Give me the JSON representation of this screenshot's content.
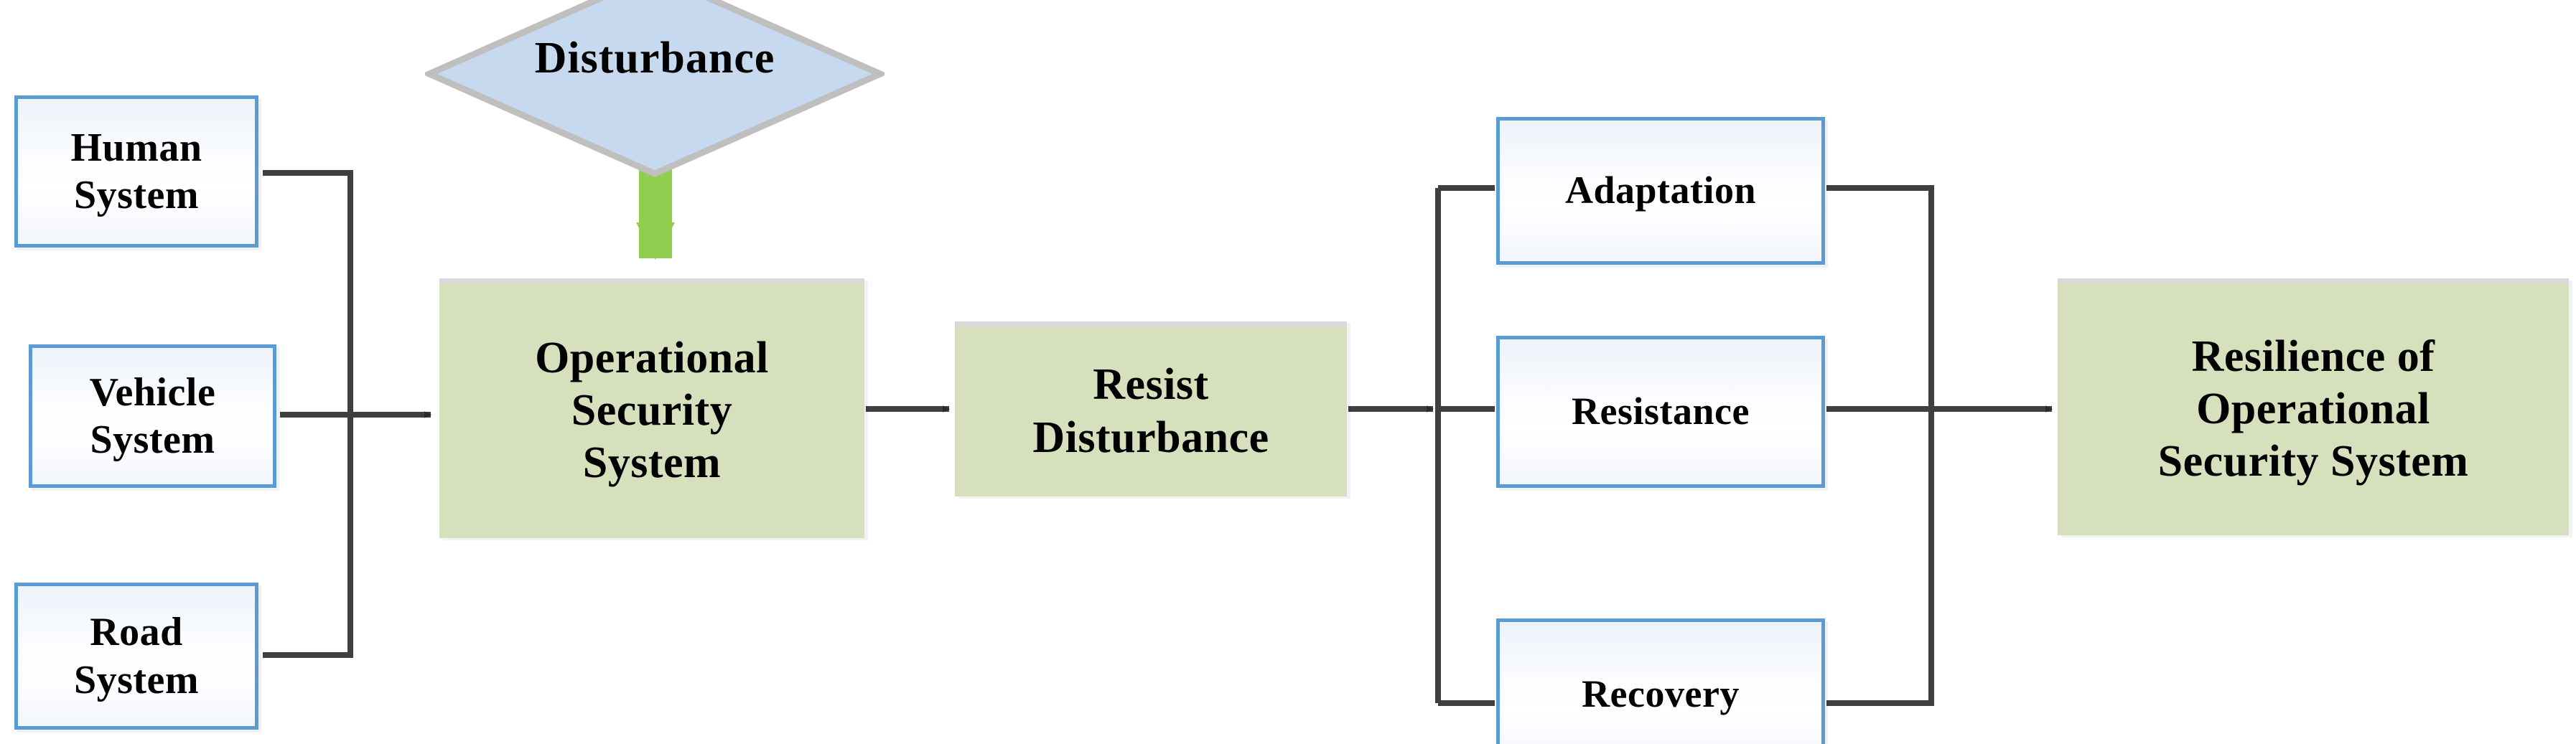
{
  "diagram": {
    "title": "Resilience of Operational Security System framework",
    "colors": {
      "blue_border": "#5b9bd5",
      "blue_fill": "#f4f8fd",
      "green_fill": "#d6e0bd",
      "green_top_edge": "#d9d9d9",
      "diamond_fill": "#c6d9ee",
      "diamond_border": "#bfbfbf",
      "arrow_green": "#8fce4f",
      "connector": "#3f3f3f",
      "text": "#000000",
      "background": "#ffffff"
    },
    "inputs": [
      {
        "id": "human",
        "label": "Human\nSystem",
        "line1": "Human",
        "line2": "System"
      },
      {
        "id": "vehicle",
        "label": "Vehicle\nSystem",
        "line1": "Vehicle",
        "line2": "System"
      },
      {
        "id": "road",
        "label": "Road\nSystem",
        "line1": "Road",
        "line2": "System"
      }
    ],
    "disturbance": {
      "label": "Disturbance",
      "shape": "diamond",
      "arrow": "green-down-arrow"
    },
    "process": {
      "operational_security_system": {
        "line1": "Operational",
        "line2": "Security",
        "line3": "System"
      },
      "resist_disturbance": {
        "line1": "Resist",
        "line2": "Disturbance"
      }
    },
    "capabilities": [
      {
        "id": "adaptation",
        "label": "Adaptation"
      },
      {
        "id": "resistance",
        "label": "Resistance"
      },
      {
        "id": "recovery",
        "label": "Recovery"
      }
    ],
    "outcome": {
      "line1": "Resilience of",
      "line2": "Operational",
      "line3": "Security System"
    },
    "flow_order": [
      "Human System / Vehicle System / Road System",
      "Operational Security System",
      "Resist Disturbance",
      "Adaptation / Resistance / Recovery",
      "Resilience of Operational Security System"
    ]
  }
}
